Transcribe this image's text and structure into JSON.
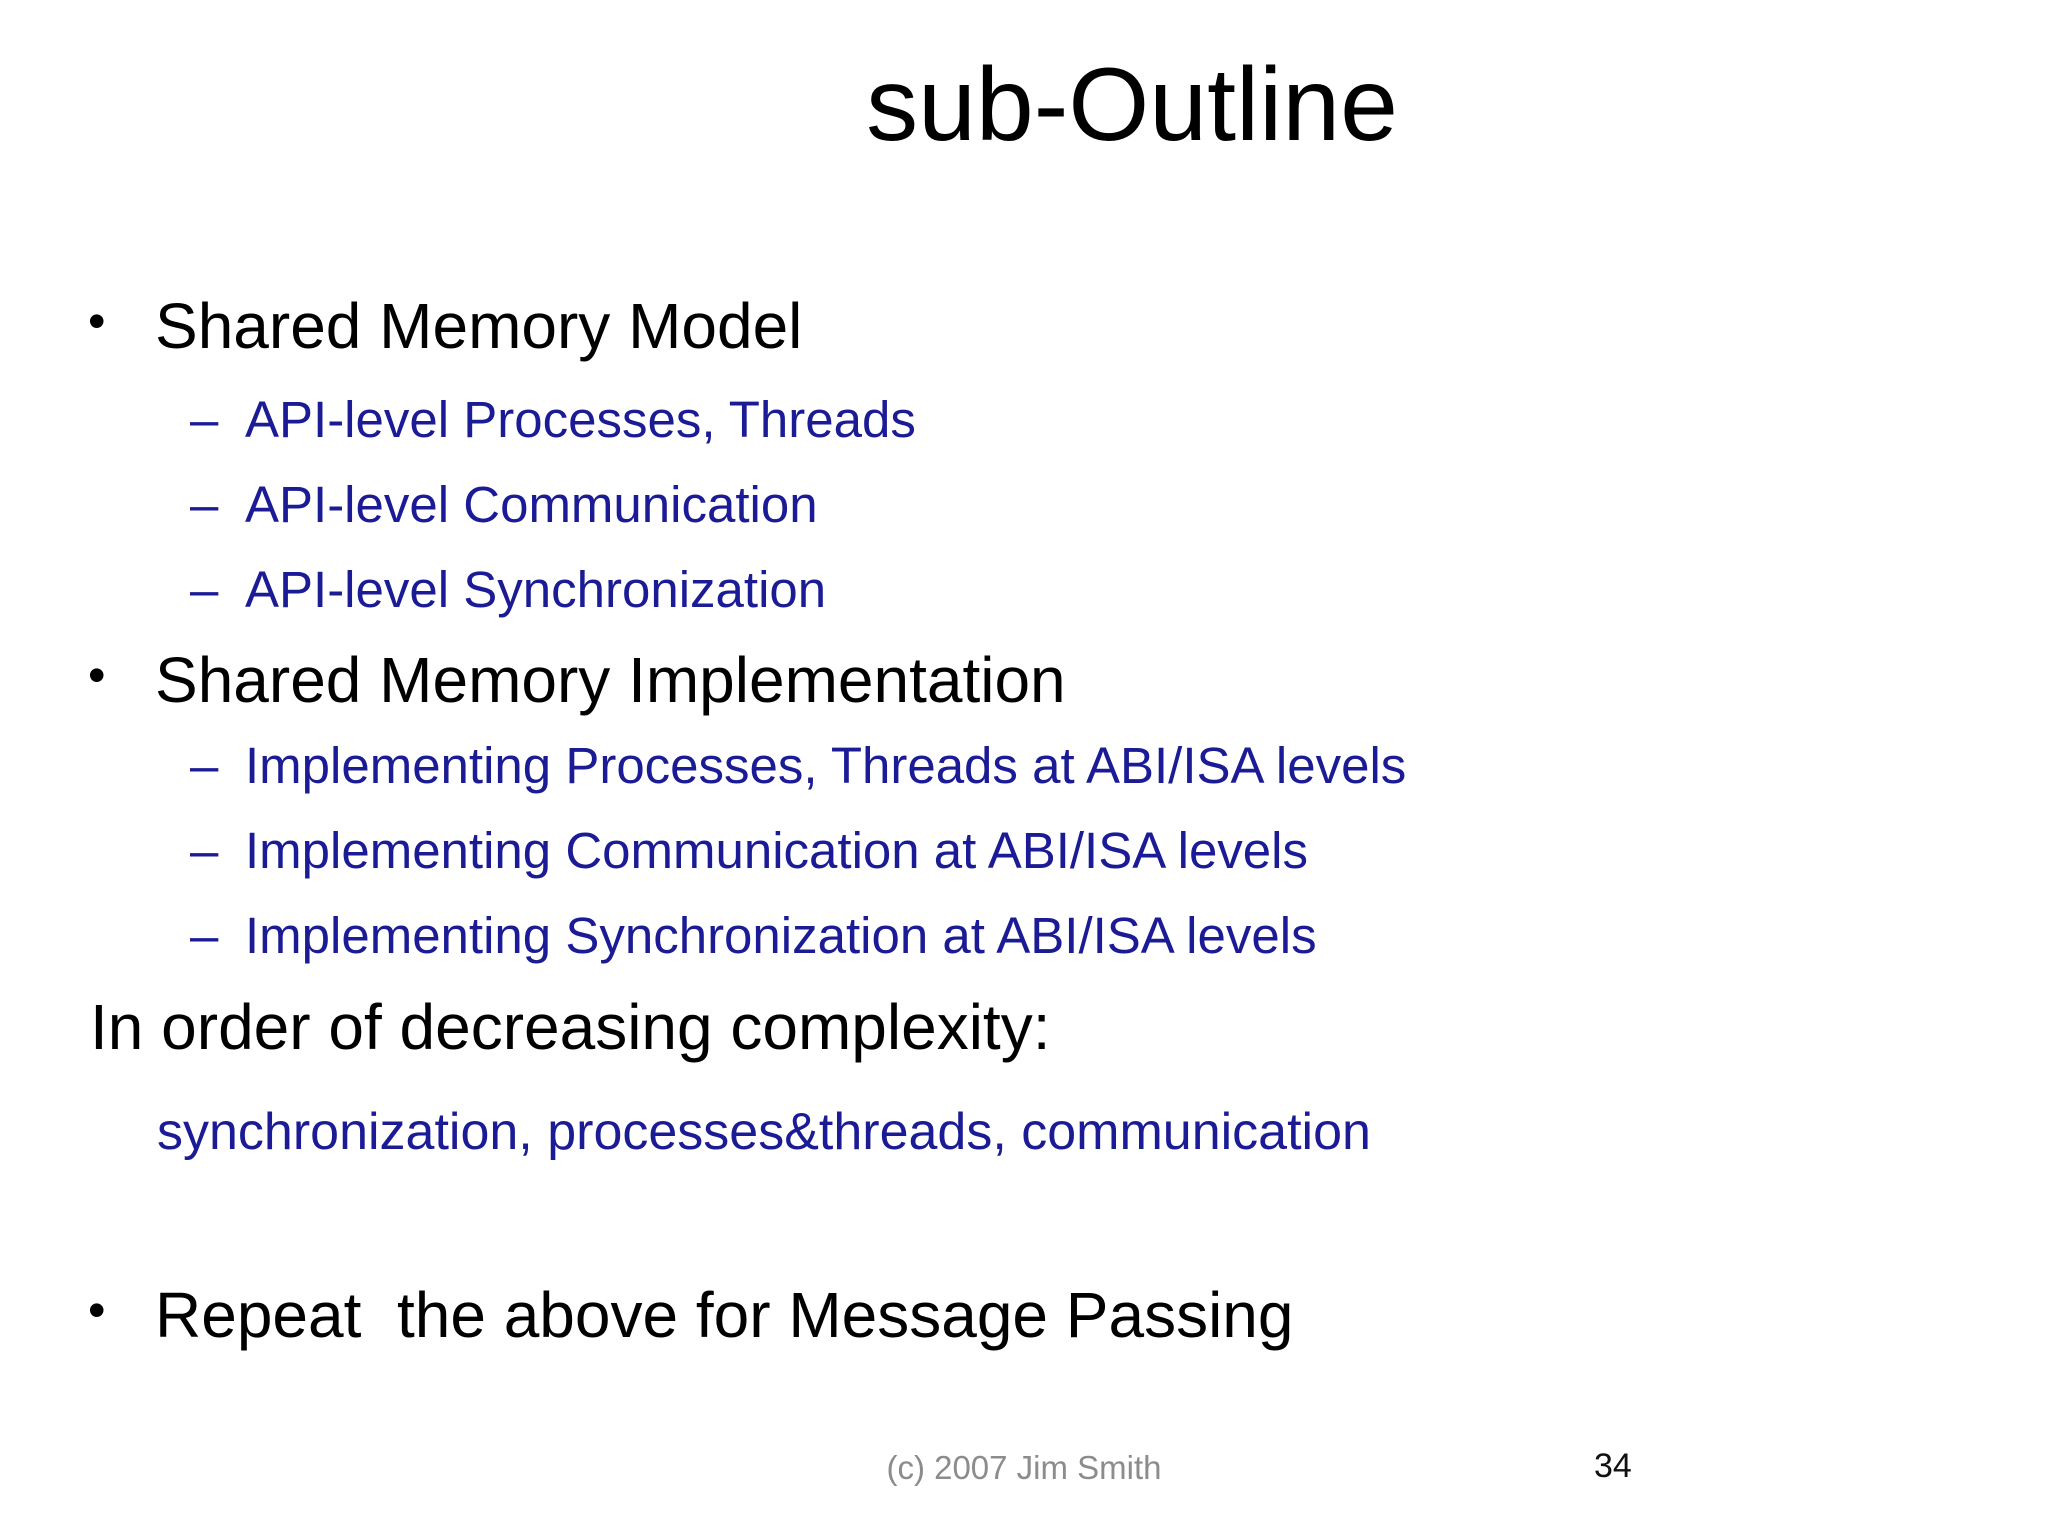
{
  "slide": {
    "title": "sub-Outline",
    "markers": {
      "bullet": "•",
      "dash": "–"
    },
    "sections": [
      {
        "heading": "Shared Memory Model",
        "items": [
          "API-level Processes, Threads",
          "API-level Communication",
          "API-level Synchronization"
        ]
      },
      {
        "heading": "Shared Memory Implementation",
        "items": [
          "Implementing Processes, Threads at ABI/ISA levels",
          "Implementing Communication at ABI/ISA levels",
          "Implementing Synchronization at ABI/ISA levels"
        ]
      }
    ],
    "complexity_note": {
      "intro": "In order of decreasing complexity:",
      "order": "synchronization, processes&threads, communication"
    },
    "closing_bullet": "Repeat  the above for Message Passing",
    "footer": {
      "copyright": "(c) 2007 Jim Smith",
      "page_number": "34"
    },
    "colors": {
      "text": "#000000",
      "accent_blue": "#1b1b96",
      "footer_gray": "#8c8c8c",
      "background": "#ffffff"
    }
  }
}
